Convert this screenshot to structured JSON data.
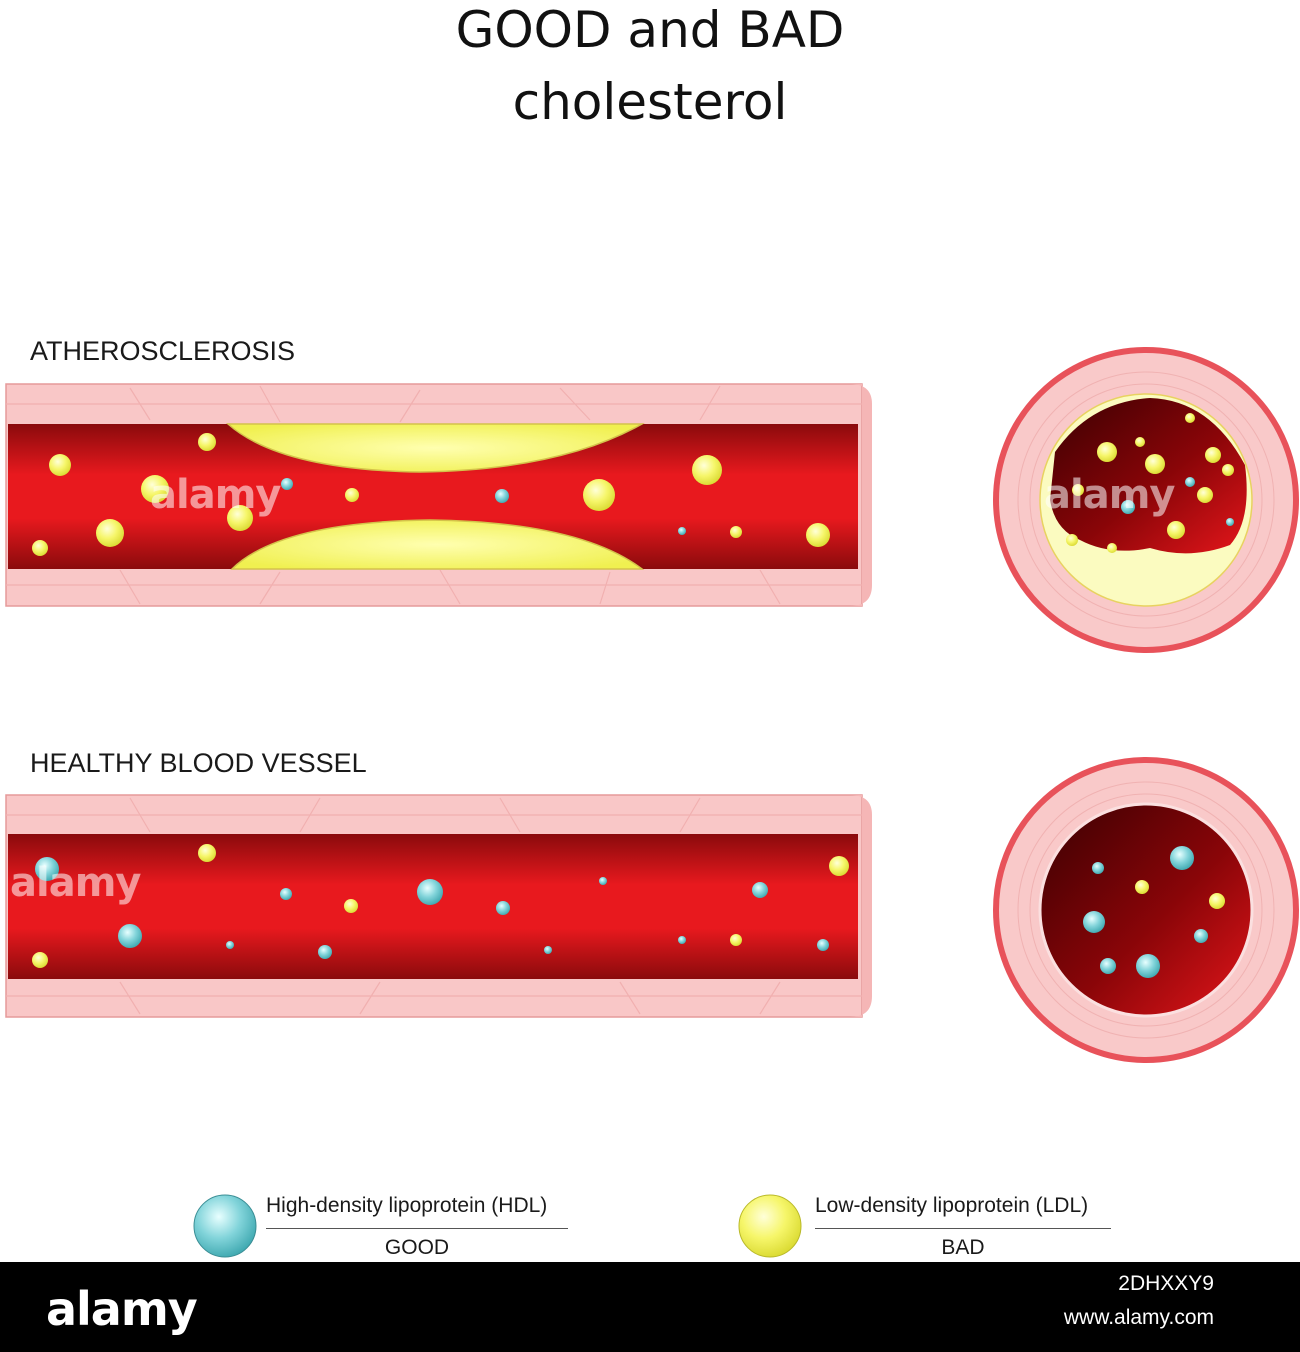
{
  "title": {
    "line1": "GOOD and BAD",
    "line2": "cholesterol"
  },
  "sections": {
    "atherosclerosis": "ATHEROSCLEROSIS",
    "healthy": "HEALTHY BLOOD VESSEL"
  },
  "legend": {
    "hdl": {
      "label": "High-density lipoprotein (HDL)",
      "type": "GOOD",
      "color": "#7fd3da"
    },
    "ldl": {
      "label": "Low-density lipoprotein (LDL)",
      "type": "BAD",
      "color": "#f2f25a"
    }
  },
  "colors": {
    "vessel_wall": "#f9c9c9",
    "blood": "#e3171c",
    "plaque": "#f5f56a"
  },
  "watermark": {
    "brand": "alamy",
    "image_id": "2DHXXY9",
    "url": "www.alamy.com"
  }
}
